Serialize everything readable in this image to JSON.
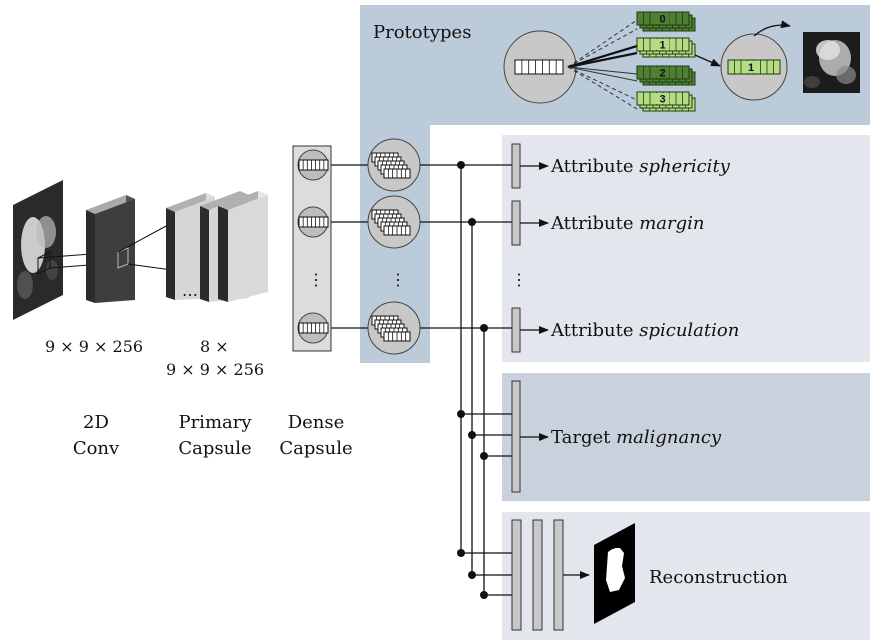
{
  "labels": {
    "prototypes": "Prototypes",
    "dims_conv": "9 × 9 × 256",
    "dims_primary_line1": "8 ×",
    "dims_primary_line2": "9 × 9 × 256",
    "conv_line1": "2D",
    "conv_line2": "Conv",
    "primary_line1": "Primary",
    "primary_line2": "Capsule",
    "dense_line1": "Dense",
    "dense_line2": "Capsule",
    "attr_prefix": "Attribute ",
    "attr_1": "sphericity",
    "attr_2": "margin",
    "attr_3": "spiculation",
    "target_prefix": "Target ",
    "target": "malignancy",
    "reconstruction": "Reconstruction",
    "ellipsis_dense": "⋮",
    "ellipsis_proto": "⋮",
    "ellipsis_attr": "⋮",
    "primary_dots": "…"
  },
  "prototype_indices": [
    "0",
    "1",
    "2",
    "3"
  ],
  "selected_prototype": "1",
  "colors": {
    "prototype_panel": "#bccbd9",
    "attribute_panel": "#e3e7ed",
    "target_panel": "#c9d1dc",
    "recon_panel": "#e3e7ed",
    "proto_dark": "#4f7f33",
    "proto_light": "#b6dc86"
  }
}
